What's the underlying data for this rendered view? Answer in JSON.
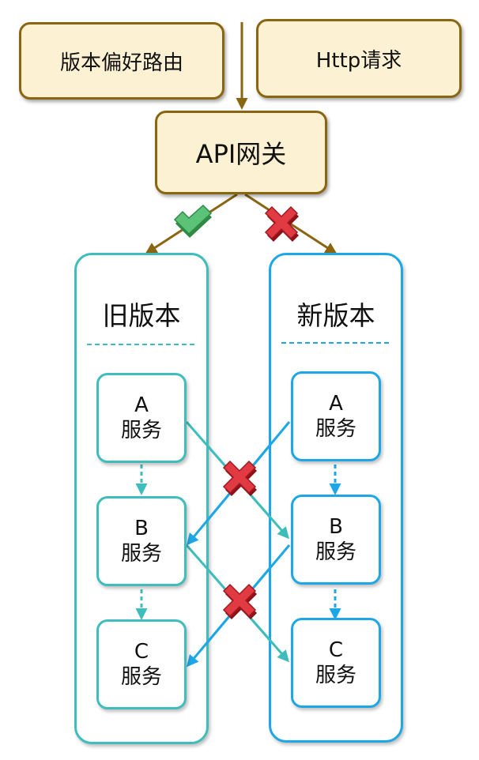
{
  "inputs": {
    "version_preference": "版本偏好路由",
    "http_request": "Http请求"
  },
  "gateway": {
    "label": "API网关"
  },
  "columns": [
    {
      "title": "旧版本",
      "services": [
        {
          "letter": "A",
          "word": "服务"
        },
        {
          "letter": "B",
          "word": "服务"
        },
        {
          "letter": "C",
          "word": "服务"
        }
      ]
    },
    {
      "title": "新版本",
      "services": [
        {
          "letter": "A",
          "word": "服务"
        },
        {
          "letter": "B",
          "word": "服务"
        },
        {
          "letter": "C",
          "word": "服务"
        }
      ]
    }
  ],
  "colors": {
    "input_fill": "#fcf1d3",
    "input_border": "#8a6612",
    "old_version": "#3fbdbd",
    "new_version": "#1ea7e6",
    "allowed_mark": "#3fa85a",
    "blocked_mark": "#d8262e"
  },
  "icons": {
    "allowed": "check-icon",
    "blocked": "cross-icon"
  }
}
